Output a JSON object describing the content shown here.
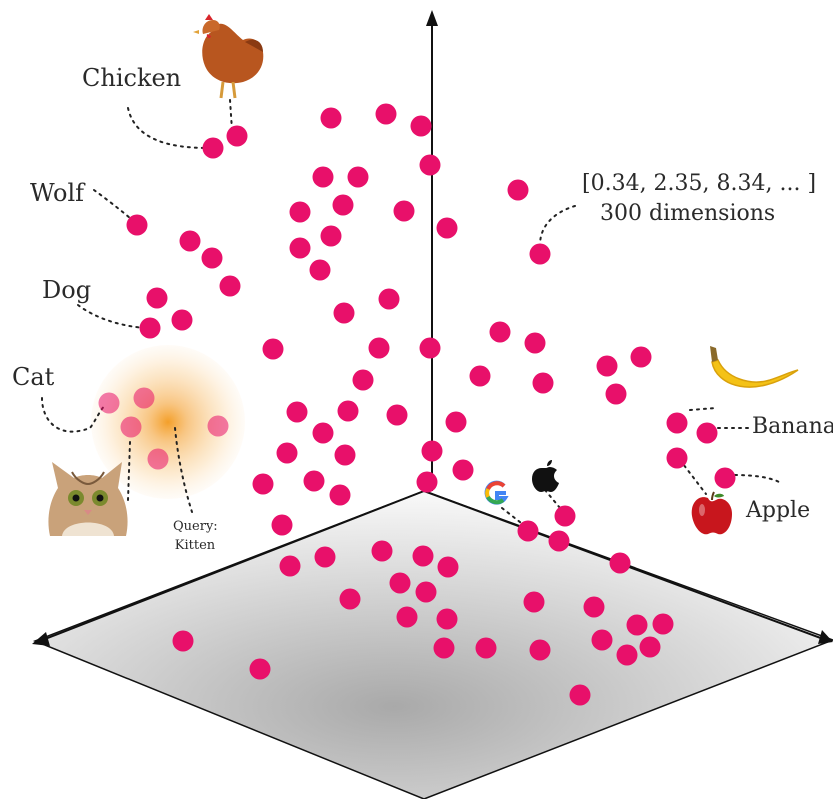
{
  "labels": {
    "chicken": "Chicken",
    "wolf": "Wolf",
    "dog": "Dog",
    "cat": "Cat",
    "query_line1": "Query:",
    "query_line2": "Kitten",
    "vector_line1": "[0.34, 2.35, 8.34, ... ]",
    "vector_line2": "300 dimensions",
    "banana": "Banana",
    "apple": "Apple"
  },
  "colors": {
    "point": "#e8106a",
    "axis": "#111111",
    "plane_light": "#ffffff",
    "plane_dark": "#a9a9a9",
    "query_glow": "#f39a1e"
  },
  "icons": [
    "chicken-icon",
    "cat-photo-icon",
    "banana-icon",
    "apple-fruit-icon",
    "google-logo-icon",
    "apple-logo-icon"
  ]
}
